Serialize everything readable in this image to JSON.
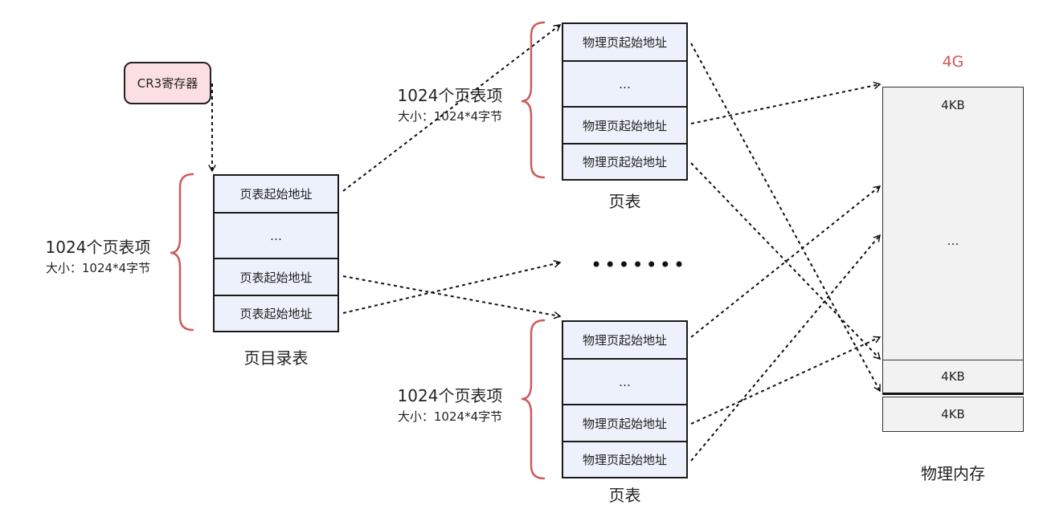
{
  "cr3": {
    "label": "CR3寄存器"
  },
  "page_directory": {
    "entries": [
      "页表起始地址",
      "…",
      "页表起始地址",
      "页表起始地址"
    ],
    "caption": "页目录表",
    "count_label": "1024个页表项",
    "size_label": "大小：1024*4字节"
  },
  "page_table_top": {
    "entries": [
      "物理页起始地址",
      "…",
      "物理页起始地址",
      "物理页起始地址"
    ],
    "caption": "页表",
    "count_label": "1024个页表项",
    "size_label": "大小：1024*4字节"
  },
  "page_table_bottom": {
    "entries": [
      "物理页起始地址",
      "…",
      "物理页起始地址",
      "物理页起始地址"
    ],
    "caption": "页表",
    "count_label": "1024个页表项",
    "size_label": "大小：1024*4字节"
  },
  "ellipsis": "•••••••",
  "physical_memory": {
    "top_label": "4G",
    "blocks": [
      "4KB",
      "…",
      "4KB",
      "4KB"
    ],
    "caption": "物理内存"
  },
  "colors": {
    "brace": "#cc5b5b",
    "cell_fill": "#edf1fb",
    "cr3_fill": "#fcdfe2",
    "memory_fill": "#f2f2f2",
    "label_4g": "#d25656"
  }
}
